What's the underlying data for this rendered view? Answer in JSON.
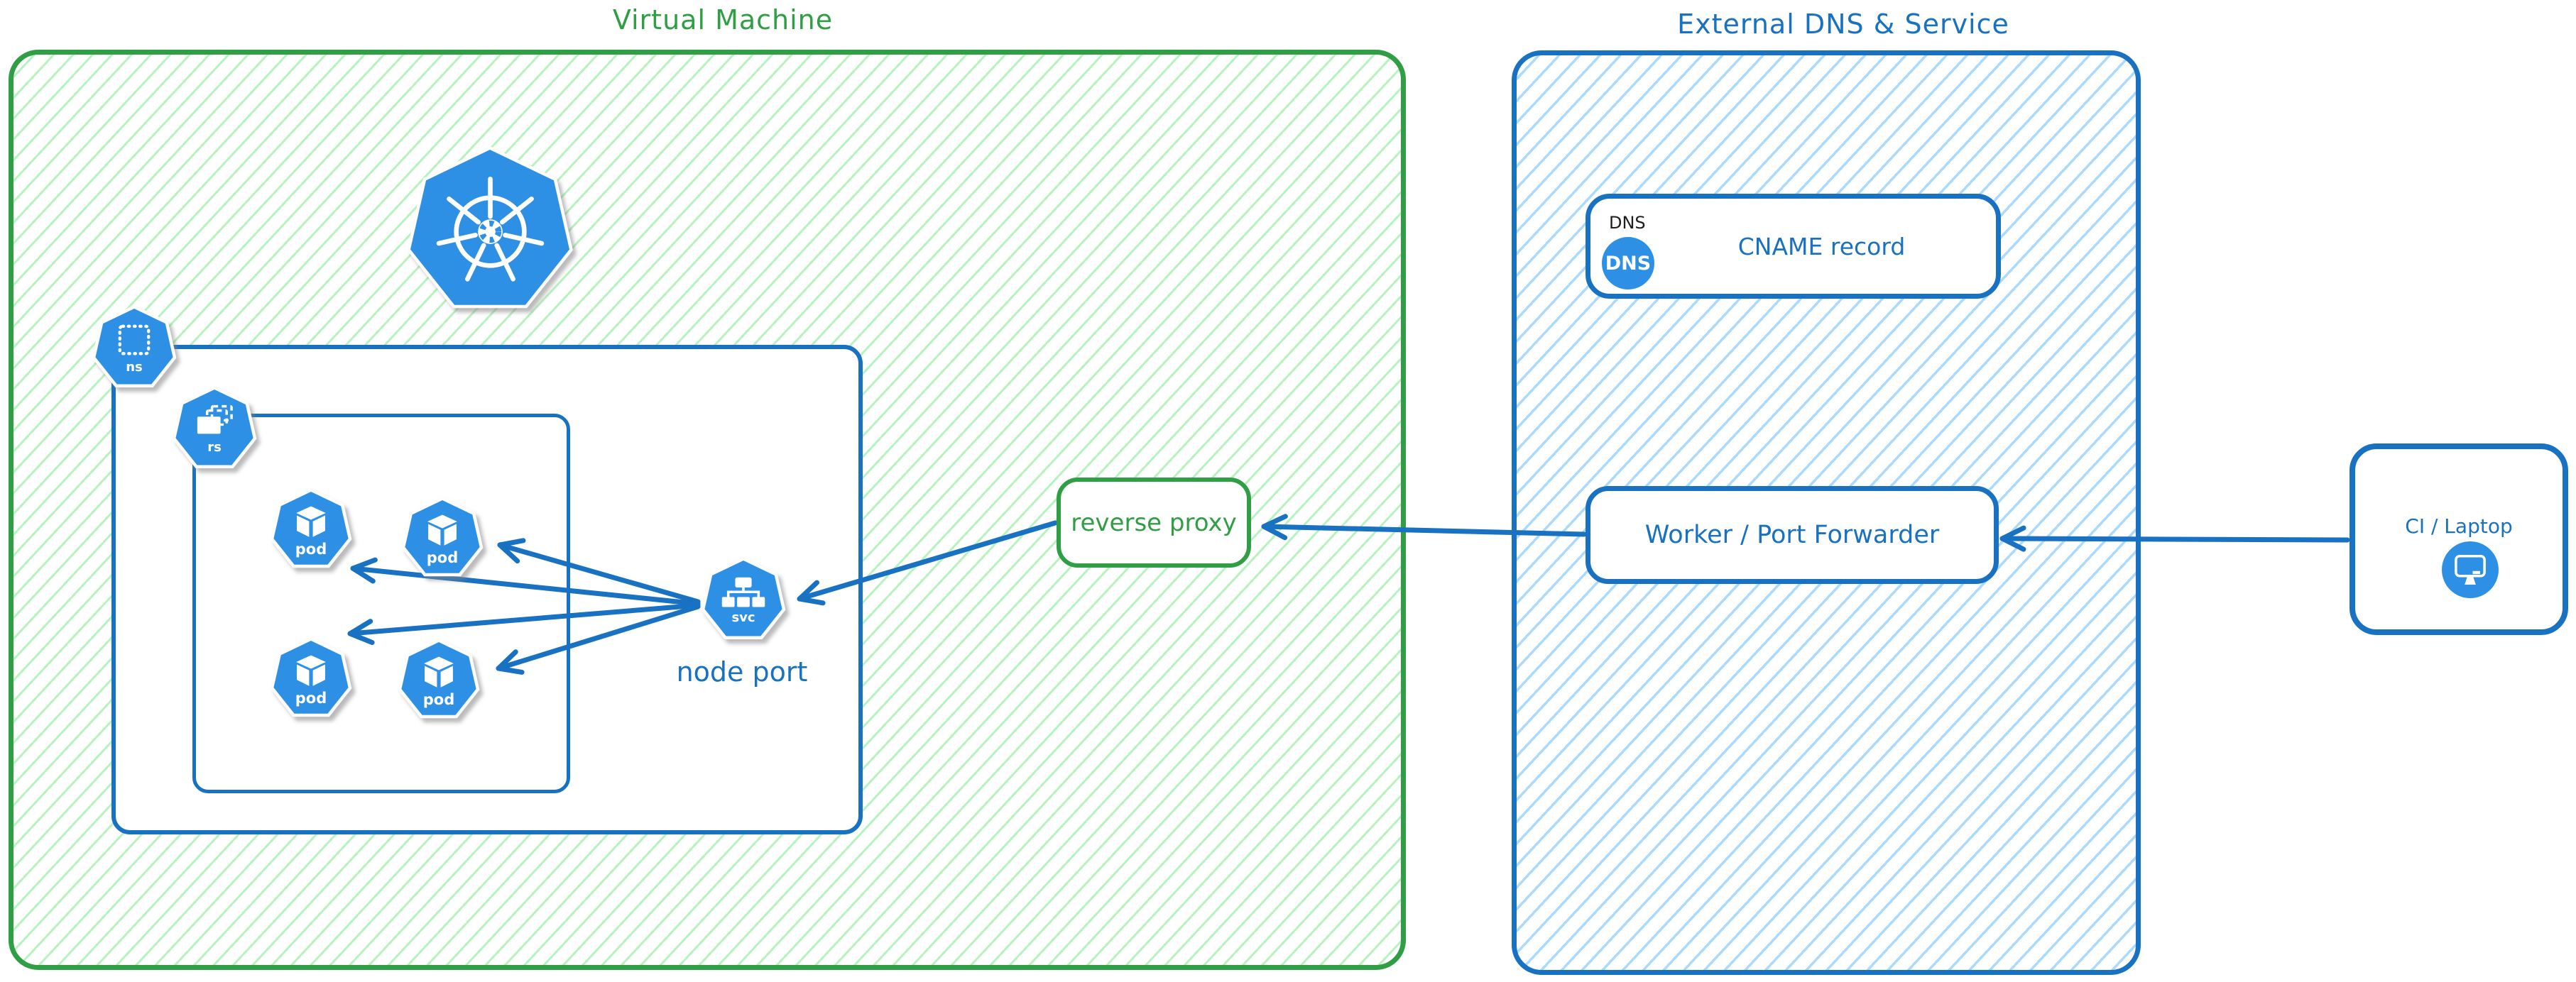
{
  "colors": {
    "stroke_green": "#2f9e44",
    "hatch_green": "#b2f2bb",
    "stroke_blue": "#1971c2",
    "hatch_blue": "#a5d8ff",
    "icon_blue": "#2e90e4",
    "ink_black": "#1e1e1e"
  },
  "groups": {
    "vm": {
      "title": "Virtual Machine"
    },
    "external": {
      "title": "External DNS & Service"
    }
  },
  "kubernetes": {
    "namespace": {
      "label": "ns"
    },
    "replicaset": {
      "label": "rs"
    },
    "pods": [
      {
        "label": "pod"
      },
      {
        "label": "pod"
      },
      {
        "label": "pod"
      },
      {
        "label": "pod"
      }
    ],
    "service": {
      "label": "svc",
      "caption": "node port"
    }
  },
  "nodes": {
    "reverse_proxy": {
      "label": "reverse proxy"
    },
    "dns": {
      "tag": "DNS",
      "icon_label": "DNS",
      "label": "CNAME record"
    },
    "worker": {
      "label": "Worker / Port Forwarder"
    },
    "ci": {
      "label": "CI / Laptop"
    }
  }
}
